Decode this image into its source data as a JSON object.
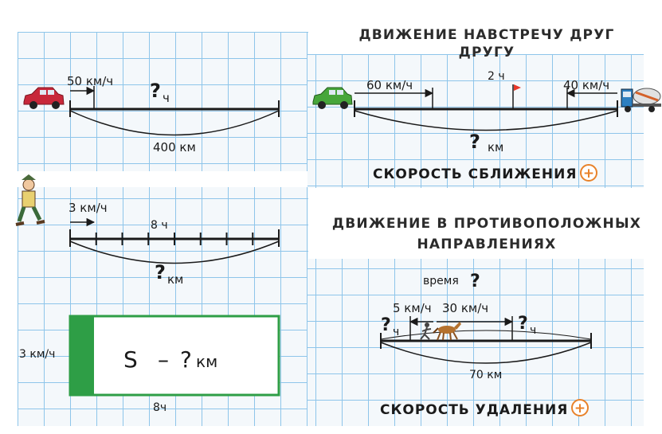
{
  "sections": {
    "car_problem": {
      "speed": "50 км/ч",
      "time": "?",
      "time_unit": "ч",
      "distance": "400 км"
    },
    "meeting": {
      "title": "ДВИЖЕНИЕ НАВСТРЕЧУ ДРУГ ДРУГУ",
      "speed_left": "60 км/ч",
      "speed_right": "40 км/ч",
      "time": "2 ч",
      "distance_q": "?",
      "distance_unit": "км",
      "footer": "СКОРОСТЬ СБЛИЖЕНИЯ",
      "footer_sign": "+"
    },
    "walker_problem": {
      "speed": "3 км/ч",
      "time": "8 ч",
      "distance_q": "?",
      "distance_unit": "км"
    },
    "rectangle": {
      "speed": "3 км/ч",
      "formula_s": "S",
      "formula_dash": "–",
      "formula_q": "?",
      "formula_unit": "км",
      "time": "8ч"
    },
    "opposite": {
      "title_line1": "ДВИЖЕНИЕ В ПРОТИВОПОЛОЖНЫХ",
      "title_line2": "НАПРАВЛЕНИЯХ",
      "time_label": "время",
      "time_q": "?",
      "speed_left": "5 км/ч",
      "speed_right": "30 км/ч",
      "q_left": "?",
      "q_right": "?",
      "q_unit": "ч",
      "distance": "70 км",
      "footer": "СКОРОСТЬ УДАЛЕНИЯ",
      "footer_sign": "+"
    }
  },
  "colors": {
    "grid": "#8ec5ea",
    "car_red": "#c8283a",
    "car_green": "#47a63a",
    "rect_green": "#2e9e46",
    "plus_orange": "#e8822a"
  }
}
